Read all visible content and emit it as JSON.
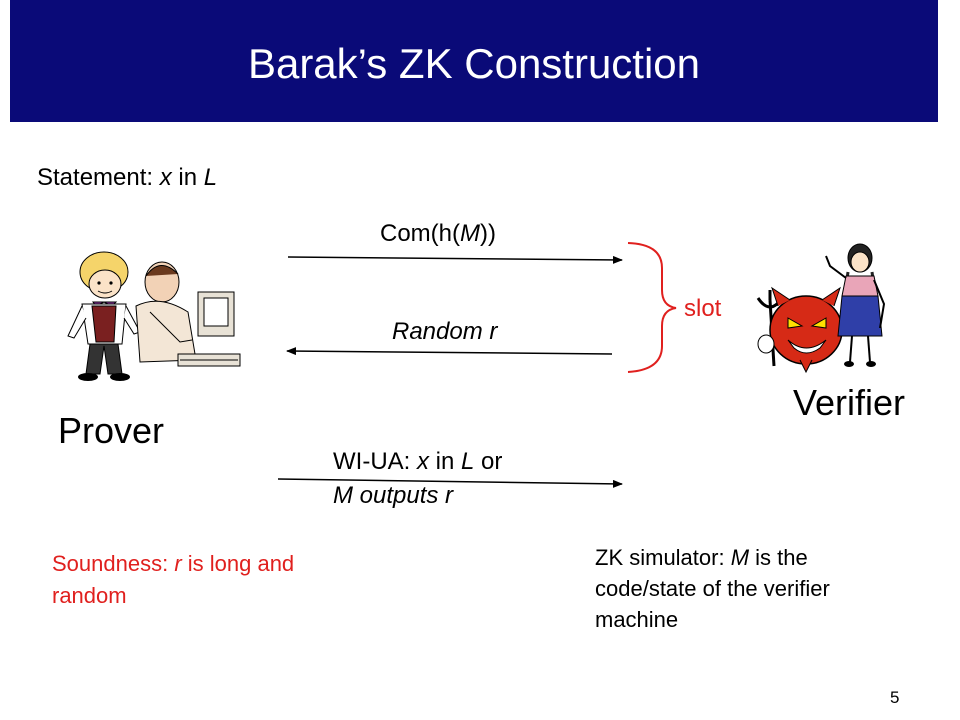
{
  "slide": {
    "title": "Barak’s ZK Construction",
    "statement": {
      "prefix": "Statement: ",
      "x": "x",
      "mid": " in ",
      "L": "L"
    },
    "messages": {
      "com": {
        "prefix": "Com(h(",
        "M": "M",
        "suffix": "))"
      },
      "random": "Random r",
      "wiua_line1": {
        "prefix": "WI-UA: ",
        "x": "x",
        "mid": " in ",
        "L": "L",
        "suffix": " or"
      },
      "wiua_line2": "M outputs r"
    },
    "slot_label": "slot",
    "prover_label": "Prover",
    "verifier_label": "Verifier",
    "soundness": {
      "prefix": "Soundness: ",
      "r": "r",
      "suffix": " is long and random"
    },
    "simulator": {
      "prefix": "ZK simulator: ",
      "M": "M",
      "suffix": " is the code/state of the verifier machine"
    },
    "page_number": "5"
  },
  "colors": {
    "title_bg": "#0a0a78",
    "title_text": "#ffffff",
    "highlight_red": "#e0201e",
    "text": "#000000"
  },
  "icons": {
    "prover": "prover-clipart-icon",
    "verifier": "devil-verifier-clipart-icon"
  }
}
